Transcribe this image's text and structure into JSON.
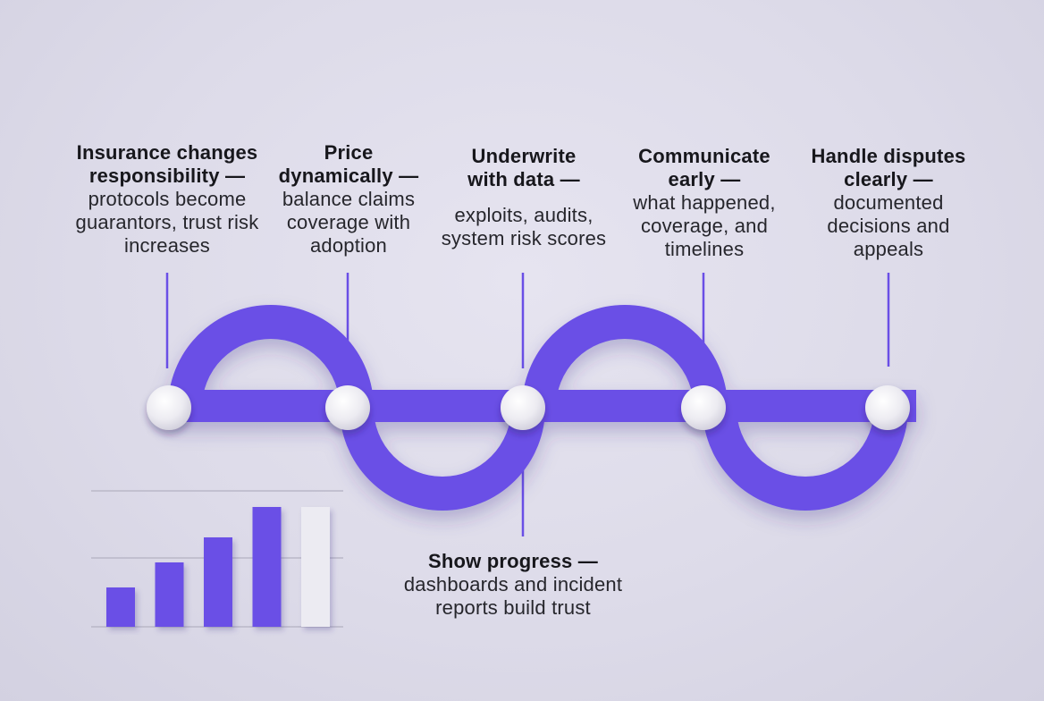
{
  "diagram": {
    "colors": {
      "background": "#dedcea",
      "band": "#6a4fe6",
      "band_shadow": "#4d39b0",
      "node": "#ecebf0",
      "connector": "#6a4fe6",
      "text": "#1b1b20",
      "chart_bar": "#6a4fe6",
      "chart_bar_light": "#ecebf2",
      "chart_grid": "#b9b7c7"
    },
    "steps": [
      {
        "title": "Insurance changes responsibility —",
        "description": "protocols become guarantors, trust risk increases"
      },
      {
        "title": "Price dynamically —",
        "description": "balance claims coverage with adoption"
      },
      {
        "title": "Underwrite with data —",
        "description": "exploits, audits, system risk scores"
      },
      {
        "title": "Communicate early —",
        "description": "what happened, coverage, and timelines"
      },
      {
        "title": "Handle disputes clearly —",
        "description": "documented decisions and appeals"
      }
    ],
    "bottom_step": {
      "title": "Show progress —",
      "description": "dashboards and incident reports build trust"
    },
    "mini_chart": {
      "bars": [
        {
          "value": 0.22,
          "highlight": true
        },
        {
          "value": 0.36,
          "highlight": true
        },
        {
          "value": 0.5,
          "highlight": true
        },
        {
          "value": 0.67,
          "highlight": true
        },
        {
          "value": 0.67,
          "highlight": false
        }
      ]
    }
  }
}
